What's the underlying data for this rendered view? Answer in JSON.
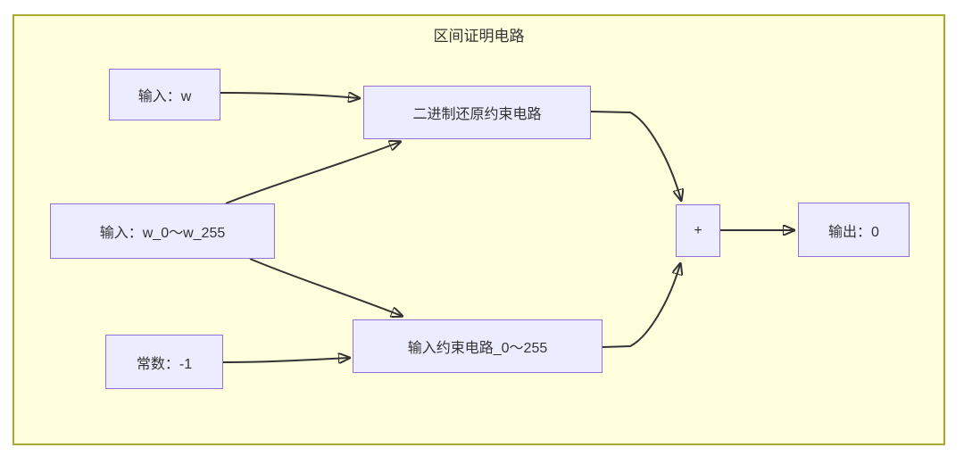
{
  "diagram": {
    "title": "区间证明电路",
    "nodes": [
      {
        "id": "input_w",
        "label": "输入：w"
      },
      {
        "id": "binary_restore",
        "label": "二进制还原约束电路"
      },
      {
        "id": "input_w_range",
        "label": "输入：w_0～w_255"
      },
      {
        "id": "constant_neg1",
        "label": "常数：-1"
      },
      {
        "id": "input_constraint_range",
        "label": "输入约束电路_0～255"
      },
      {
        "id": "plus",
        "label": "+"
      },
      {
        "id": "output_0",
        "label": "输出：0"
      }
    ],
    "edges": [
      {
        "from": "input_w",
        "to": "binary_restore"
      },
      {
        "from": "input_w_range",
        "to": "binary_restore"
      },
      {
        "from": "input_w_range",
        "to": "input_constraint_range"
      },
      {
        "from": "constant_neg1",
        "to": "input_constraint_range"
      },
      {
        "from": "binary_restore",
        "to": "plus"
      },
      {
        "from": "input_constraint_range",
        "to": "plus"
      },
      {
        "from": "plus",
        "to": "output_0"
      }
    ],
    "colors": {
      "node_fill": "#ECECFF",
      "node_border": "#9370DB",
      "cluster_fill": "#FFFFDE",
      "cluster_border": "#AAAA33",
      "edge": "#333333",
      "text": "#333333"
    }
  }
}
